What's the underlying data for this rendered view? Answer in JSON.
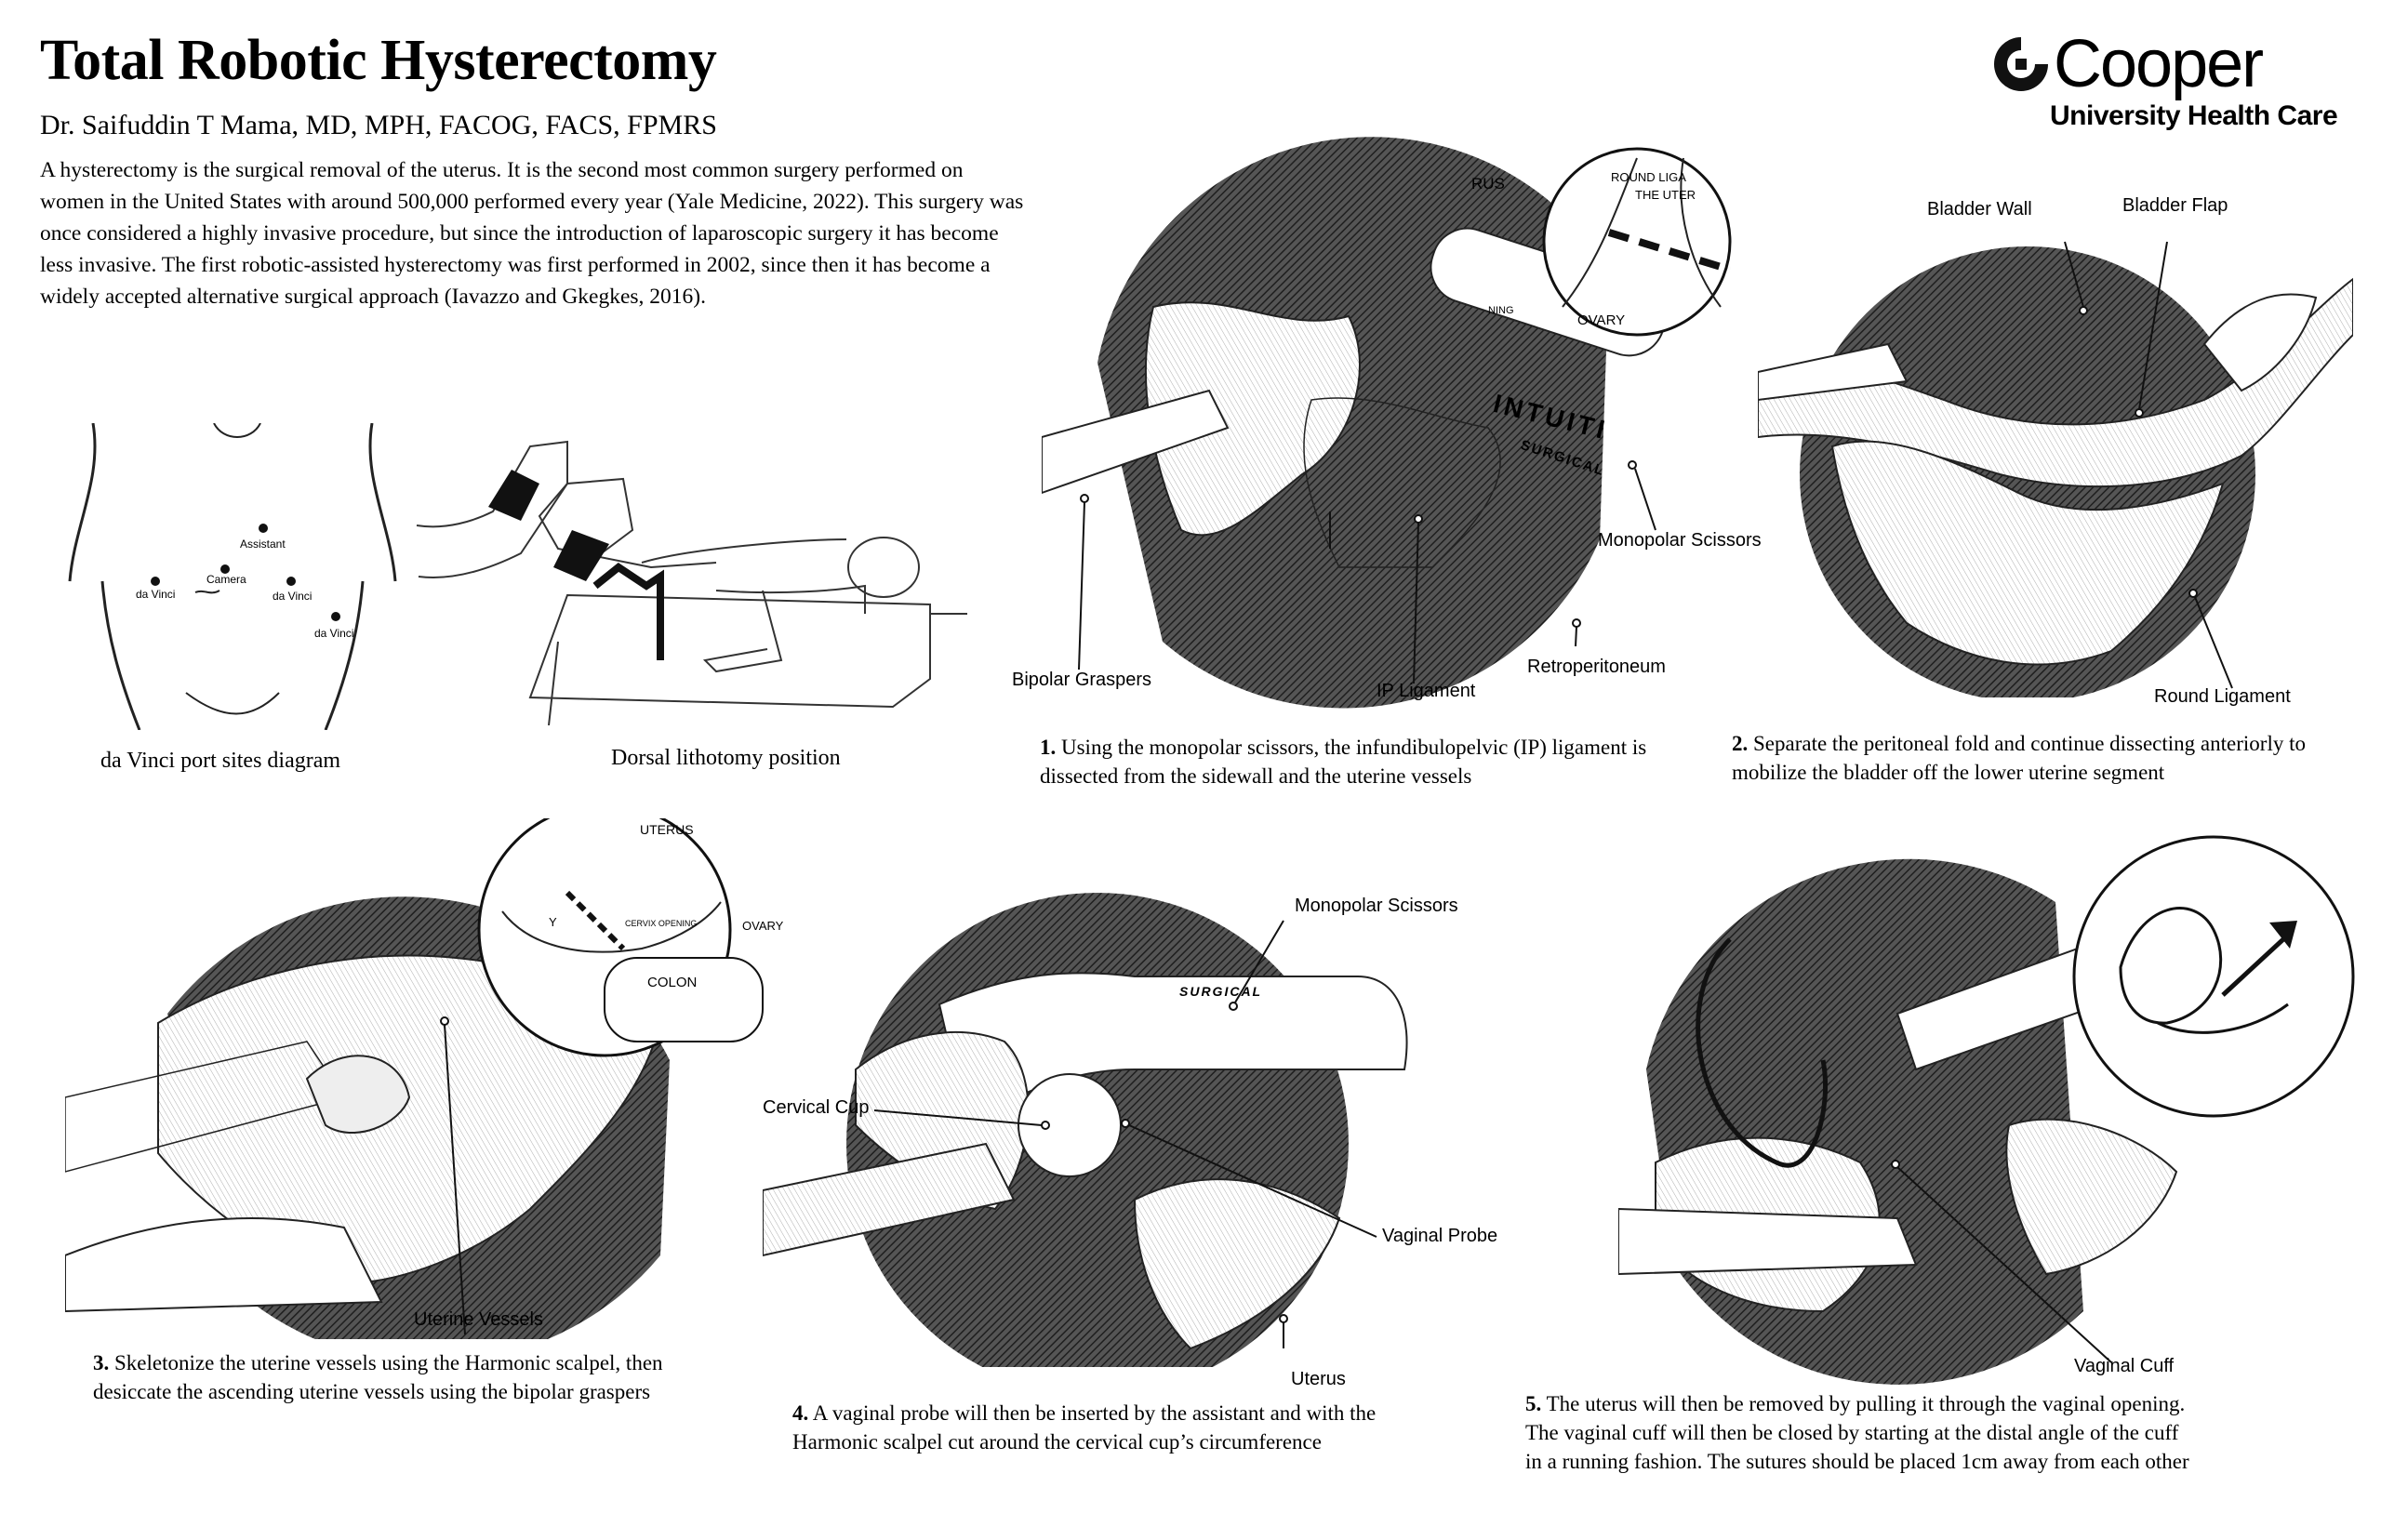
{
  "header": {
    "title": "Total Robotic Hysterectomy",
    "author": "Dr. Saifuddin T Mama, MD, MPH, FACOG, FACS, FPMRS",
    "intro": "A hysterectomy is the surgical removal of the uterus. It is the second most common surgery performed on women in the United States with around 500,000 performed every year (Yale Medicine, 2022). This surgery was once considered a highly invasive procedure, but since the introduction of laparoscopic surgery it has become less invasive. The first robotic-assisted hysterectomy was first performed in 2002, since then it has become a widely accepted alternative surgical approach (Iavazzo and Gkegkes, 2016)."
  },
  "logo": {
    "name": "Cooper",
    "subtitle": "University Health Care"
  },
  "port_diagram": {
    "caption": "da Vinci port sites diagram",
    "labels": {
      "assistant": "Assistant",
      "camera": "Camera",
      "davinci_left": "da Vinci",
      "davinci_mid": "da Vinci",
      "davinci_right": "da Vinci"
    }
  },
  "position_diagram": {
    "caption": "Dorsal lithotomy position"
  },
  "step1": {
    "num": "1.",
    "text": "Using the monopolar scissors, the infundibulopelvic (IP) ligament is dissected from the sidewall and the uterine vessels",
    "labels": {
      "monopolar": "Monopolar Scissors",
      "bipolar": "Bipolar Graspers",
      "ip": "IP Ligament",
      "retro": "Retroperitoneum"
    },
    "inset": {
      "uterus": "RUS",
      "round_ligament": "ROUND LIGA",
      "of_uterus": "THE UTER",
      "ovary": "OVARY",
      "ning": "NING"
    },
    "instrument_brand": "INTUITI",
    "instrument_sub": "SURGICAL"
  },
  "step2": {
    "num": "2.",
    "text": "Separate the peritoneal fold and continue dissecting anteriorly to mobilize the bladder off the lower uterine segment",
    "labels": {
      "bladder_wall": "Bladder Wall",
      "bladder_flap": "Bladder Flap",
      "round_ligament": "Round Ligament"
    }
  },
  "step3": {
    "num": "3.",
    "text": "Skeletonize the uterine vessels using the Harmonic scalpel, then desiccate the ascending uterine vessels using the bipolar graspers",
    "labels": {
      "uterine_vessels": "Uterine Vessels"
    },
    "inset": {
      "uterus": "UTERUS",
      "cervix": "CERVIX OPENING",
      "colon": "COLON",
      "ovary": "OVARY",
      "y": "Y"
    }
  },
  "step4": {
    "num": "4.",
    "text": "A vaginal probe will then be inserted by the assistant and with the Harmonic scalpel cut around the cervical cup’s circumference",
    "labels": {
      "monopolar": "Monopolar Scissors",
      "cervical_cup": "Cervical Cup",
      "vaginal_probe": "Vaginal Probe",
      "uterus": "Uterus"
    },
    "instrument_sub": "SURGICAL"
  },
  "step5": {
    "num": "5.",
    "text": "The uterus will then be removed by pulling it through the vaginal opening. The vaginal cuff will then be closed by starting at the distal angle of the cuff in a running fashion. The sutures should be placed 1cm away from each other",
    "labels": {
      "vaginal_cuff": "Vaginal Cuff"
    }
  }
}
